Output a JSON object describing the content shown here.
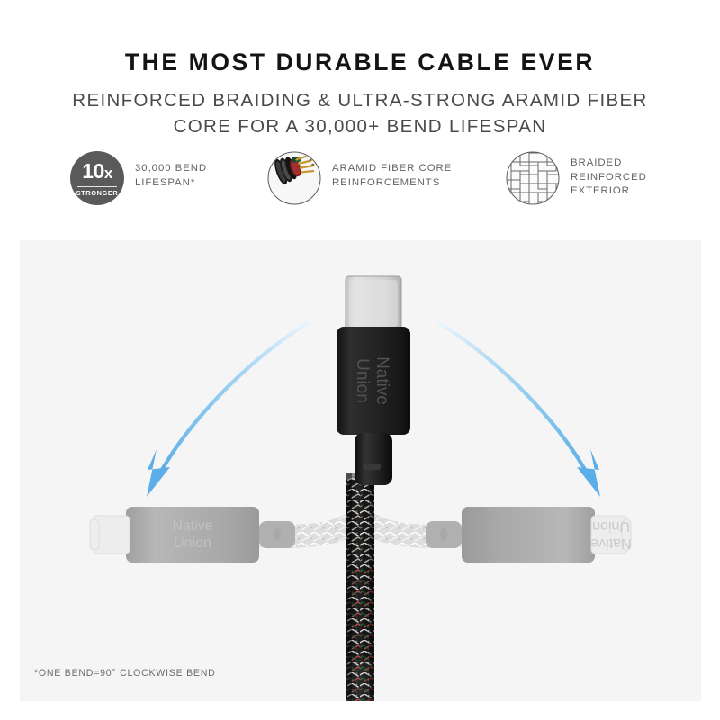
{
  "header": {
    "headline": "THE MOST DURABLE CABLE EVER",
    "subhead_line1": "REINFORCED BRAIDING & ULTRA-STRONG ARAMID FIBER",
    "subhead_line2": "CORE FOR A 30,000+ BEND LIFESPAN"
  },
  "features": [
    {
      "icon": "badge-10x-stronger-icon",
      "badge_number": "10",
      "badge_number_suffix": "x",
      "badge_subtext": "STRONGER",
      "label_line1": "30,000 BEND",
      "label_line2": "LIFESPAN*",
      "label_line3": ""
    },
    {
      "icon": "cable-cross-section-icon",
      "label_line1": "ARAMID FIBER CORE",
      "label_line2": "REINFORCEMENTS",
      "label_line3": ""
    },
    {
      "icon": "braided-weave-icon",
      "label_line1": "BRAIDED",
      "label_line2": "REINFORCED",
      "label_line3": "EXTERIOR"
    }
  ],
  "panel": {
    "footnote": "*ONE BEND=90° CLOCKWISE BEND",
    "connector_brand_line1": "Native",
    "connector_brand_line2": "Union",
    "ghost_left_brand_line1": "Native",
    "ghost_left_brand_line2": "Union",
    "ghost_right_brand_line1": "Native",
    "ghost_right_brand_line2": "Union"
  },
  "colors": {
    "panel_background": "#f5f5f5",
    "page_background": "#ffffff",
    "headline": "#141414",
    "subhead": "#4a4a4a",
    "feature_label": "#636363",
    "badge_fill": "#5a5a5a",
    "arrow_blue": "#5baee8",
    "arrow_blue_light": "#cfe8f7",
    "connector_black": "#1d1d1d",
    "connector_tip": "#d8d8d8",
    "ghost_gray": "#a8a8a8",
    "ghost_tip": "#ededed",
    "braid_dark": "#1a1a1a",
    "braid_thread_white": "#e8e8e8",
    "braid_thread_red": "#8f2222",
    "braid_thread_green": "#1f4a2a"
  }
}
